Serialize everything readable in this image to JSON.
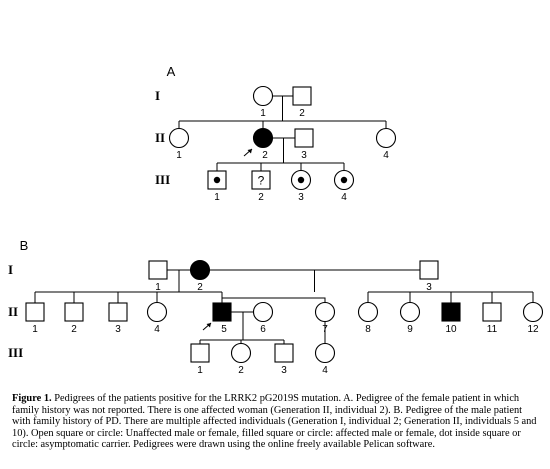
{
  "panel_a": {
    "label": "A",
    "generations": [
      "I",
      "II",
      "III"
    ],
    "individuals": [
      {
        "id": "A-I-1",
        "gen": "I",
        "label": "1",
        "sex": "female",
        "status": "unaffected"
      },
      {
        "id": "A-I-2",
        "gen": "I",
        "label": "2",
        "sex": "male",
        "status": "unaffected"
      },
      {
        "id": "A-II-1",
        "gen": "II",
        "label": "1",
        "sex": "female",
        "status": "unaffected"
      },
      {
        "id": "A-II-2",
        "gen": "II",
        "label": "2",
        "sex": "female",
        "status": "affected",
        "proband": true
      },
      {
        "id": "A-II-3",
        "gen": "II",
        "label": "3",
        "sex": "male",
        "status": "unaffected"
      },
      {
        "id": "A-II-4",
        "gen": "II",
        "label": "4",
        "sex": "female",
        "status": "unaffected"
      },
      {
        "id": "A-III-1",
        "gen": "III",
        "label": "1",
        "sex": "male",
        "status": "carrier"
      },
      {
        "id": "A-III-2",
        "gen": "III",
        "label": "2",
        "sex": "male",
        "status": "unknown",
        "mark": "?"
      },
      {
        "id": "A-III-3",
        "gen": "III",
        "label": "3",
        "sex": "female",
        "status": "carrier"
      },
      {
        "id": "A-III-4",
        "gen": "III",
        "label": "4",
        "sex": "female",
        "status": "carrier"
      }
    ]
  },
  "panel_b": {
    "label": "B",
    "generations": [
      "I",
      "II",
      "III"
    ],
    "individuals": [
      {
        "id": "B-I-1",
        "gen": "I",
        "label": "1",
        "sex": "male",
        "status": "unaffected"
      },
      {
        "id": "B-I-2",
        "gen": "I",
        "label": "2",
        "sex": "female",
        "status": "affected"
      },
      {
        "id": "B-I-3",
        "gen": "I",
        "label": "3",
        "sex": "male",
        "status": "unaffected"
      },
      {
        "id": "B-II-1",
        "gen": "II",
        "label": "1",
        "sex": "male",
        "status": "unaffected"
      },
      {
        "id": "B-II-2",
        "gen": "II",
        "label": "2",
        "sex": "male",
        "status": "unaffected"
      },
      {
        "id": "B-II-3",
        "gen": "II",
        "label": "3",
        "sex": "male",
        "status": "unaffected"
      },
      {
        "id": "B-II-4",
        "gen": "II",
        "label": "4",
        "sex": "female",
        "status": "unaffected"
      },
      {
        "id": "B-II-5",
        "gen": "II",
        "label": "5",
        "sex": "male",
        "status": "affected",
        "proband": true
      },
      {
        "id": "B-II-6",
        "gen": "II",
        "label": "6",
        "sex": "female",
        "status": "unaffected"
      },
      {
        "id": "B-II-7",
        "gen": "II",
        "label": "7",
        "sex": "female",
        "status": "unaffected"
      },
      {
        "id": "B-II-8",
        "gen": "II",
        "label": "8",
        "sex": "female",
        "status": "unaffected"
      },
      {
        "id": "B-II-9",
        "gen": "II",
        "label": "9",
        "sex": "female",
        "status": "unaffected"
      },
      {
        "id": "B-II-10",
        "gen": "II",
        "label": "10",
        "sex": "male",
        "status": "affected"
      },
      {
        "id": "B-II-11",
        "gen": "II",
        "label": "11",
        "sex": "male",
        "status": "unaffected"
      },
      {
        "id": "B-II-12",
        "gen": "II",
        "label": "12",
        "sex": "female",
        "status": "unaffected"
      },
      {
        "id": "B-III-1",
        "gen": "III",
        "label": "1",
        "sex": "male",
        "status": "unaffected"
      },
      {
        "id": "B-III-2",
        "gen": "III",
        "label": "2",
        "sex": "female",
        "status": "unaffected"
      },
      {
        "id": "B-III-3",
        "gen": "III",
        "label": "3",
        "sex": "male",
        "status": "unaffected"
      },
      {
        "id": "B-III-4",
        "gen": "III",
        "label": "4",
        "sex": "female",
        "status": "unaffected"
      }
    ]
  },
  "caption": {
    "label": "Figure 1.",
    "text": " Pedigrees of the patients positive for the LRRK2 pG2019S mutation. A. Pedigree of the female patient in which family history was not reported. There is one affected woman (Generation II, individual 2).  B. Pedigree of the male patient with family history of PD. There are multiple affected individuals (Generation I, individual 2; Generation II, individuals 5 and 10). Open square or circle: Unaffected male or female, filled square or circle: affected male or female, dot inside square or circle: asymptomatic carrier. Pedigrees were drawn using the online freely available Pelican software."
  }
}
